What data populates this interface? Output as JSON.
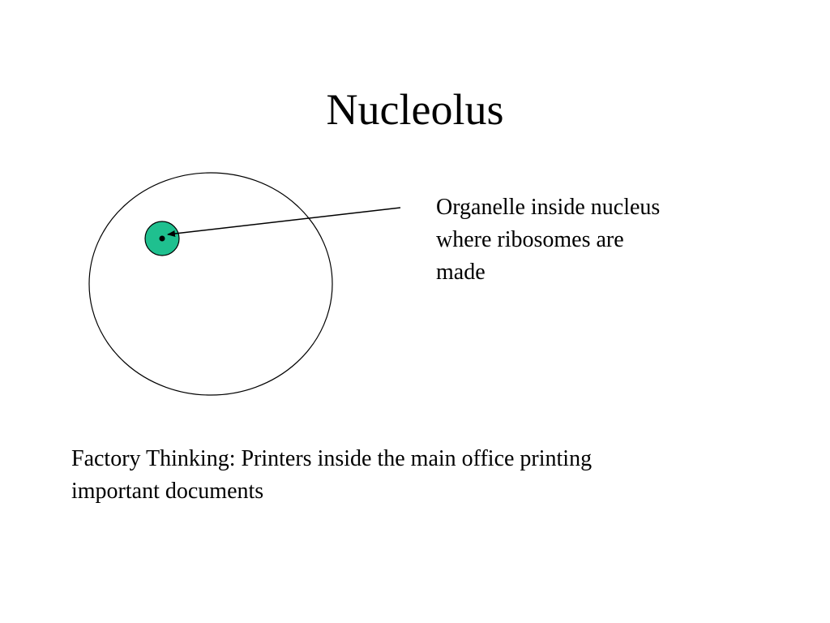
{
  "slide": {
    "title": "Nucleolus",
    "label": "Organelle inside nucleus\nwhere ribosomes are\nmade",
    "analogy": "Factory Thinking:  Printers inside the main office printing\nimportant documents"
  },
  "colors": {
    "nucleolus_fill": "#1fc08f",
    "stroke": "#000000",
    "background": "#ffffff"
  }
}
